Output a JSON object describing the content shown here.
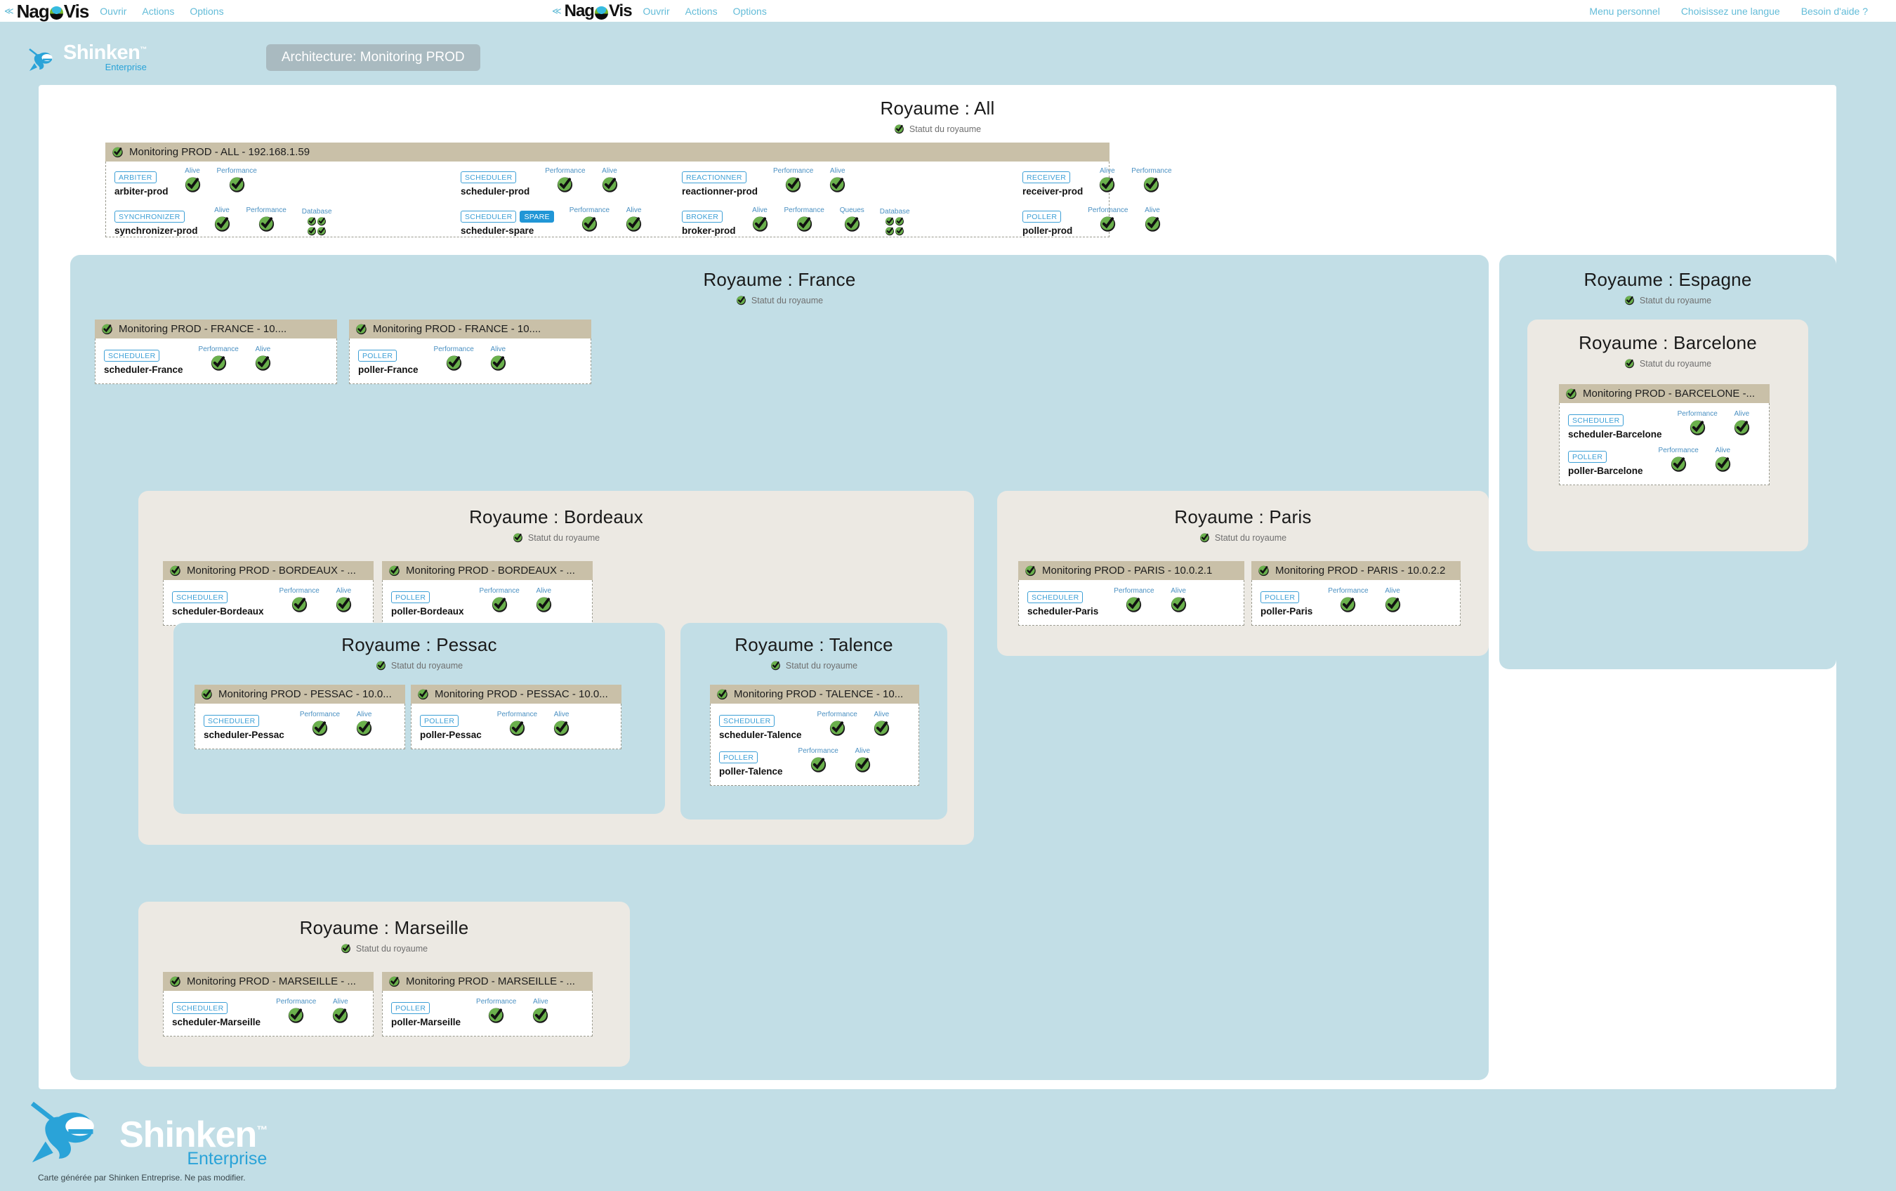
{
  "nav": {
    "logo_text_left": "Nag",
    "logo_text_right": "Vis",
    "collapse_arrow": "≪",
    "links": [
      "Ouvrir",
      "Actions",
      "Options"
    ],
    "right_links": [
      "Menu personnel",
      "Choisissez une langue",
      "Besoin d'aide ?"
    ]
  },
  "brand": {
    "name": "Shinken",
    "tm": "™",
    "sub": "Enterprise",
    "breadcrumb": "Architecture: Monitoring PROD"
  },
  "footer": {
    "name": "Shinken",
    "tm": "™",
    "sub": "Enterprise",
    "note": "Carte générée par Shinken Entreprise. Ne pas modifier."
  },
  "labels": {
    "status_royaume": "Statut du royaume",
    "alive": "Alive",
    "performance": "Performance",
    "queues": "Queues",
    "database": "Database"
  },
  "colors": {
    "page_blue": "#c2dee6",
    "section_cream": "#ece9e3",
    "host_header": "#c9c0a8",
    "tag_blue": "#3c9fd6",
    "spare_blue": "#2196d6",
    "check_green": "#6ab04c",
    "accent_cyan": "#63bcd8"
  },
  "royaumes": {
    "all": {
      "title": "Royaume : All",
      "host": "Monitoring PROD - ALL - 192.168.1.59",
      "services": [
        {
          "tag": "ARBITER",
          "name": "arbiter-prod",
          "metrics": [
            "Alive",
            "Performance"
          ]
        },
        {
          "tag": "SYNCHRONIZER",
          "name": "synchronizer-prod",
          "metrics": [
            "Alive",
            "Performance",
            "Database"
          ]
        },
        {
          "tag": "SCHEDULER",
          "name": "scheduler-prod",
          "metrics": [
            "Performance",
            "Alive"
          ]
        },
        {
          "tag": "SCHEDULER",
          "badge": "SPARE",
          "name": "scheduler-spare",
          "metrics": [
            "Performance",
            "Alive"
          ]
        },
        {
          "tag": "REACTIONNER",
          "name": "reactionner-prod",
          "metrics": [
            "Performance",
            "Alive"
          ]
        },
        {
          "tag": "BROKER",
          "name": "broker-prod",
          "metrics": [
            "Alive",
            "Performance",
            "Queues",
            "Database"
          ]
        },
        {
          "tag": "RECEIVER",
          "name": "receiver-prod",
          "metrics": [
            "Alive",
            "Performance"
          ]
        },
        {
          "tag": "POLLER",
          "name": "poller-prod",
          "metrics": [
            "Performance",
            "Alive"
          ]
        }
      ]
    },
    "france": {
      "title": "Royaume : France",
      "hosts": [
        {
          "header": "Monitoring PROD - FRANCE - 10....",
          "services": [
            {
              "tag": "SCHEDULER",
              "name": "scheduler-France",
              "metrics": [
                "Performance",
                "Alive"
              ]
            }
          ]
        },
        {
          "header": "Monitoring PROD - FRANCE - 10....",
          "services": [
            {
              "tag": "POLLER",
              "name": "poller-France",
              "metrics": [
                "Performance",
                "Alive"
              ]
            }
          ]
        }
      ]
    },
    "bordeaux": {
      "title": "Royaume : Bordeaux",
      "hosts": [
        {
          "header": "Monitoring PROD - BORDEAUX - ...",
          "services": [
            {
              "tag": "SCHEDULER",
              "name": "scheduler-Bordeaux",
              "metrics": [
                "Performance",
                "Alive"
              ]
            }
          ]
        },
        {
          "header": "Monitoring PROD - BORDEAUX - ...",
          "services": [
            {
              "tag": "POLLER",
              "name": "poller-Bordeaux",
              "metrics": [
                "Performance",
                "Alive"
              ]
            }
          ]
        }
      ]
    },
    "pessac": {
      "title": "Royaume : Pessac",
      "hosts": [
        {
          "header": "Monitoring PROD - PESSAC - 10.0...",
          "services": [
            {
              "tag": "SCHEDULER",
              "name": "scheduler-Pessac",
              "metrics": [
                "Performance",
                "Alive"
              ]
            }
          ]
        },
        {
          "header": "Monitoring PROD - PESSAC - 10.0...",
          "services": [
            {
              "tag": "POLLER",
              "name": "poller-Pessac",
              "metrics": [
                "Performance",
                "Alive"
              ]
            }
          ]
        }
      ]
    },
    "talence": {
      "title": "Royaume : Talence",
      "hosts": [
        {
          "header": "Monitoring PROD - TALENCE - 10...",
          "services": [
            {
              "tag": "SCHEDULER",
              "name": "scheduler-Talence",
              "metrics": [
                "Performance",
                "Alive"
              ]
            },
            {
              "tag": "POLLER",
              "name": "poller-Talence",
              "metrics": [
                "Performance",
                "Alive"
              ]
            }
          ]
        }
      ]
    },
    "paris": {
      "title": "Royaume : Paris",
      "hosts": [
        {
          "header": "Monitoring PROD - PARIS - 10.0.2.1",
          "services": [
            {
              "tag": "SCHEDULER",
              "name": "scheduler-Paris",
              "metrics": [
                "Performance",
                "Alive"
              ]
            }
          ]
        },
        {
          "header": "Monitoring PROD - PARIS - 10.0.2.2",
          "services": [
            {
              "tag": "POLLER",
              "name": "poller-Paris",
              "metrics": [
                "Performance",
                "Alive"
              ]
            }
          ]
        }
      ]
    },
    "marseille": {
      "title": "Royaume : Marseille",
      "hosts": [
        {
          "header": "Monitoring PROD - MARSEILLE - ...",
          "services": [
            {
              "tag": "SCHEDULER",
              "name": "scheduler-Marseille",
              "metrics": [
                "Performance",
                "Alive"
              ]
            }
          ]
        },
        {
          "header": "Monitoring PROD - MARSEILLE - ...",
          "services": [
            {
              "tag": "POLLER",
              "name": "poller-Marseille",
              "metrics": [
                "Performance",
                "Alive"
              ]
            }
          ]
        }
      ]
    },
    "espagne": {
      "title": "Royaume : Espagne"
    },
    "barcelone": {
      "title": "Royaume : Barcelone",
      "hosts": [
        {
          "header": "Monitoring PROD - BARCELONE -...",
          "services": [
            {
              "tag": "SCHEDULER",
              "name": "scheduler-Barcelone",
              "metrics": [
                "Performance",
                "Alive"
              ]
            },
            {
              "tag": "POLLER",
              "name": "poller-Barcelone",
              "metrics": [
                "Performance",
                "Alive"
              ]
            }
          ]
        }
      ]
    }
  }
}
